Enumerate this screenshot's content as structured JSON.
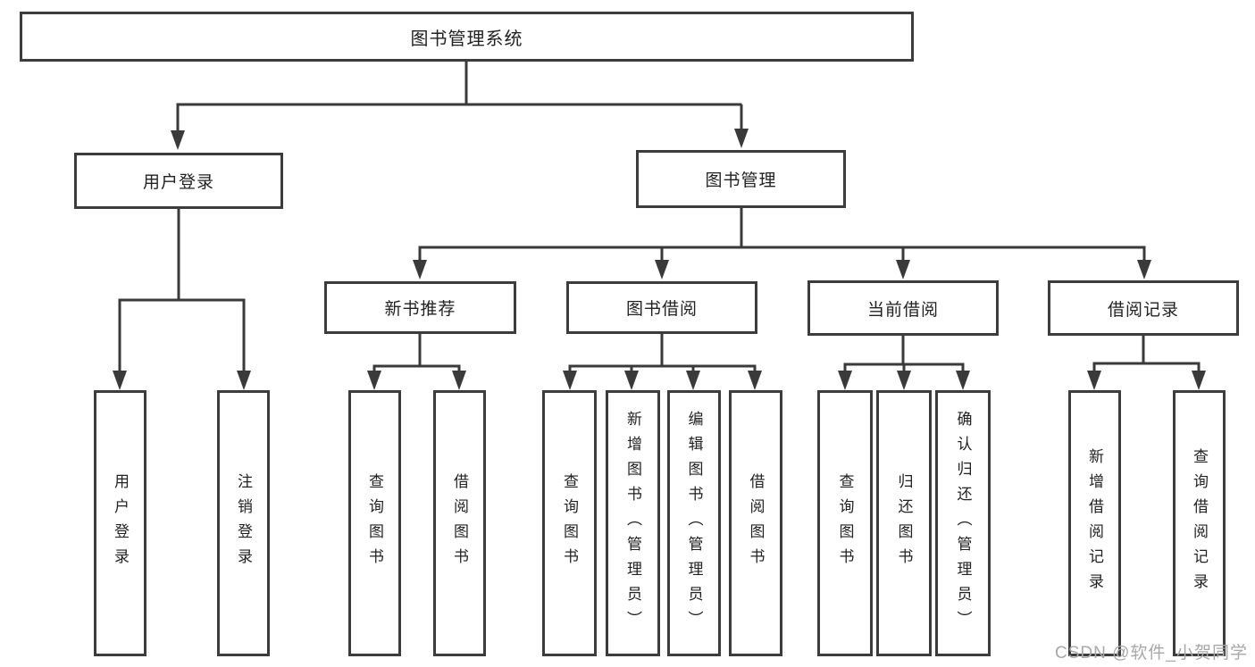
{
  "root": {
    "label": "图书管理系统"
  },
  "user_login": {
    "label": "用户登录",
    "children": [
      {
        "label": "用户登录"
      },
      {
        "label": "注销登录"
      }
    ]
  },
  "book_mgmt": {
    "label": "图书管理"
  },
  "new_books": {
    "label": "新书推荐",
    "children": [
      {
        "label": "查询图书"
      },
      {
        "label": "借阅图书"
      }
    ]
  },
  "borrowing": {
    "label": "图书借阅",
    "children": [
      {
        "label": "查询图书"
      },
      {
        "label": "新增图书（管理员）"
      },
      {
        "label": "编辑图书（管理员）"
      },
      {
        "label": "借阅图书"
      }
    ]
  },
  "current": {
    "label": "当前借阅",
    "children": [
      {
        "label": "查询图书"
      },
      {
        "label": "归还图书"
      },
      {
        "label": "确认归还（管理员）"
      }
    ]
  },
  "records": {
    "label": "借阅记录",
    "children": [
      {
        "label": "新增借阅记录"
      },
      {
        "label": "查询借阅记录"
      }
    ]
  },
  "watermark": {
    "label": "CSDN @软件_小贺同学"
  },
  "colors": {
    "line": "#3a3a3a",
    "border": "#3c3c3c",
    "text": "#222222",
    "watermark": "#a8a8a8",
    "background": "#ffffff"
  }
}
